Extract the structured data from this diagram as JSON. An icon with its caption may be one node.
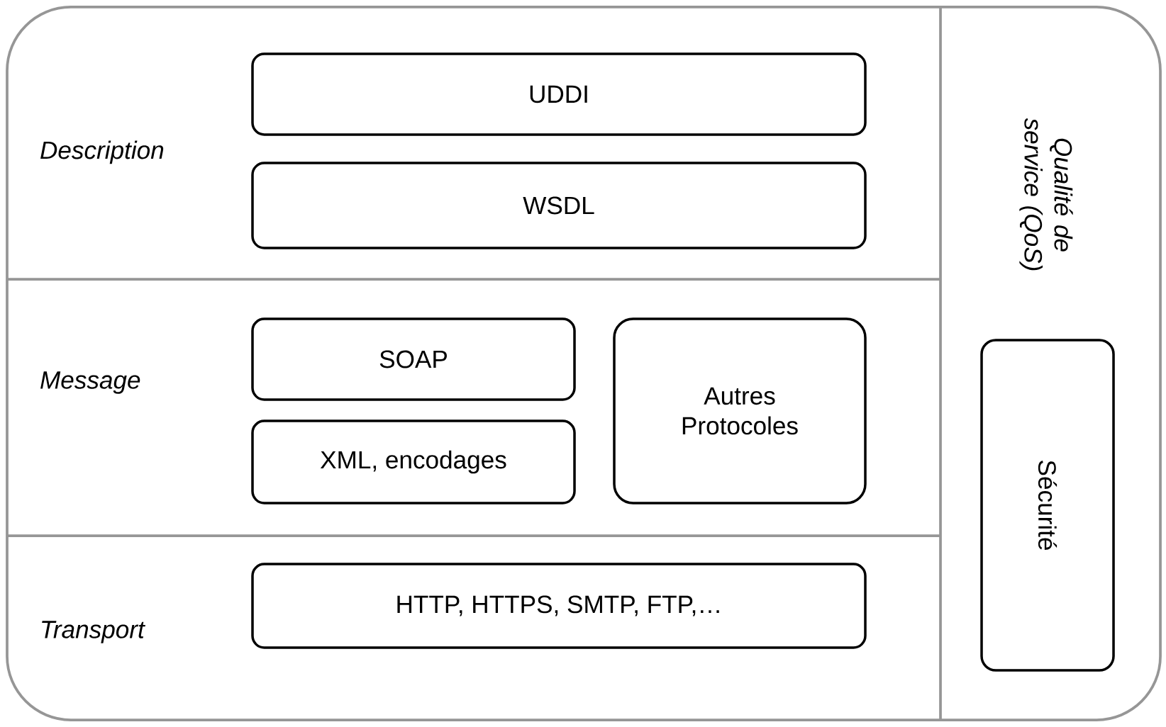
{
  "diagram": {
    "nodes": [
      {
        "text": [],
        "shape": "box"
      },
      {
        "text": [
          "Description"
        ],
        "in": 0
      },
      {
        "text": [
          "UDDI"
        ],
        "in": 0
      },
      {
        "text": [
          "WSDL"
        ],
        "in": 0
      },
      {
        "text": [
          "Message"
        ],
        "in": 0
      },
      {
        "text": [
          "SOAP"
        ],
        "in": 0
      },
      {
        "text": [
          "XML, encodages"
        ],
        "in": 0
      },
      {
        "text": [
          "Autres Protocoles"
        ],
        "in": 0
      },
      {
        "text": [
          "Transport"
        ],
        "in": 0
      },
      {
        "text": [
          "HTTP, HTTPS, SMTP, FTP,…"
        ],
        "in": 0
      },
      {
        "text": [
          "Qualité de service (QoS)"
        ],
        "in": 0
      },
      {
        "text": [
          "Sécurité"
        ],
        "in": 0
      }
    ],
    "edges": []
  }
}
